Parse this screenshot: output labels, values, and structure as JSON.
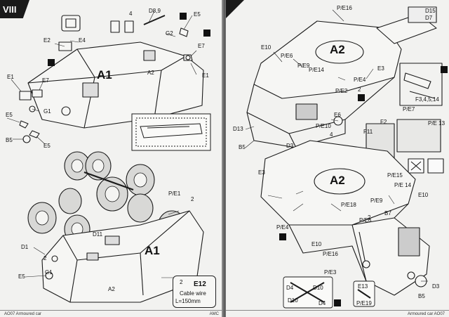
{
  "left": {
    "step": "VIII",
    "labels": {
      "d89": "D8,9",
      "e5a": "E5",
      "e2": "E2",
      "e4": "E4",
      "g2": "G2",
      "e7a": "E7",
      "e1a": "E1",
      "a1": "A1",
      "a2": "A2",
      "e1b": "E1",
      "e7b": "E7",
      "g1": "G1",
      "e5b": "E5",
      "e5c": "E5",
      "b5": "B5",
      "pe1": "P/E1",
      "d11": "D11",
      "d1": "D1",
      "g1b": "G1",
      "e5d": "E5",
      "a1b": "A1",
      "a2b": "A2",
      "e12": "E12",
      "cable": "Cable wire",
      "length": "L=150mm",
      "n4a": "4",
      "n2a": "2",
      "n2b": "2",
      "n2c": "2"
    },
    "footer_left": "AO07 Armoured car",
    "footer_right": "AMC"
  },
  "right": {
    "labels": {
      "pe16": "P/E16",
      "d15": "D15",
      "d7": "D7",
      "a2": "A2",
      "e10": "E10",
      "pe6": "P/E6",
      "pe9": "P/E9",
      "pe14": "P/E14",
      "e3": "E3",
      "pe4": "P/E4",
      "pe2": "P/E2",
      "d13": "D13",
      "b5": "B5",
      "d3": "D3",
      "e6": "E6",
      "pe10": "P/E10",
      "f2": "F2",
      "f11": "F11",
      "pe7": "P/E7",
      "f345": "F3,4,5,14",
      "pe13": "P/E 13",
      "pe15": "P/E15",
      "a2b": "A2",
      "e3b": "E3",
      "pe14b": "P/E 14",
      "e10b": "E10",
      "pe18": "P/E18",
      "pe9b": "P/E9",
      "b7": "B7",
      "pe4b": "P/E4",
      "pe6b": "P/E6",
      "e10c": "E10",
      "pe16b": "P/E16",
      "pe3": "P/E3",
      "d3b": "D3",
      "b5b": "B5",
      "d4a": "D4",
      "d10a": "D10",
      "d10b": "D10",
      "d4b": "D4",
      "e13": "E13",
      "pe19": "P/E19",
      "n4": "4",
      "n2": "2",
      "n2b": "2"
    },
    "footer_left": "",
    "footer_right": "Armoured car AO07"
  }
}
